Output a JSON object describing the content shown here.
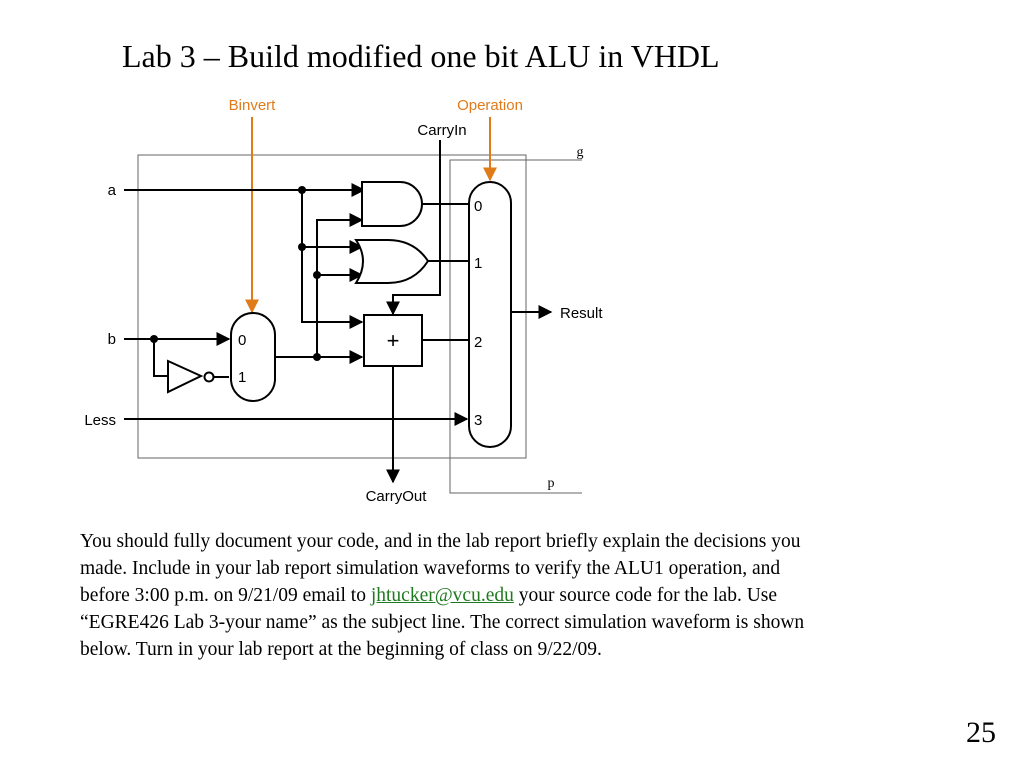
{
  "slide": {
    "title": "Lab 3 – Build modified one bit ALU in VHDL",
    "slide_number": "25"
  },
  "diagram": {
    "labels": {
      "binvert": "Binvert",
      "operation": "Operation",
      "carry_in": "CarryIn",
      "g": "g",
      "a": "a",
      "b": "b",
      "less": "Less",
      "result": "Result",
      "carry_out": "CarryOut",
      "p": "p",
      "mux_in0": "0",
      "mux_in1": "1",
      "mux_in2": "2",
      "mux_in3": "3",
      "bmux_in0": "0",
      "bmux_in1": "1",
      "adder": "+"
    },
    "colors": {
      "control": "#e07b1a",
      "wire": "#000000",
      "box": "#666666"
    }
  },
  "body": {
    "line1": "You should fully document your code, and in the lab report briefly explain the decisions you",
    "line2": "made. Include in your lab report simulation waveforms to verify the ALU1 operation, and",
    "line3_before": "before 3:00 p.m. on 9/21/09 email to ",
    "email": "jhtucker@vcu.edu",
    "line3_after": " your source code for the lab. Use",
    "line4": "“EGRE426 Lab 3-your name” as the subject line. The correct simulation waveform is shown",
    "line5": "below. Turn in your lab report at the beginning of class on 9/22/09.",
    "link_color": "#1f7a1f"
  }
}
